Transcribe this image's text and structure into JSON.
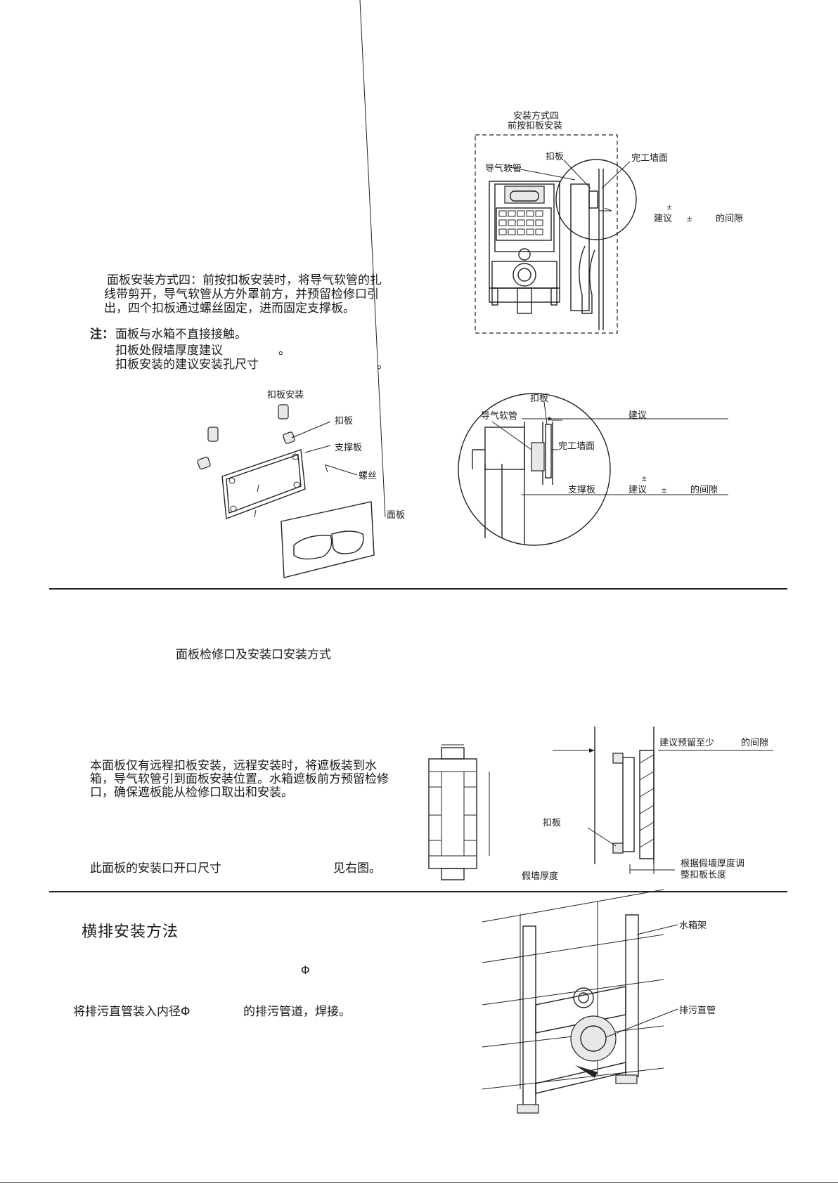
{
  "section1": {
    "paragraph": [
      "面板安装方式四：前按扣板安装时，将导气软管的扎",
      "线带剪开，导气软管从方外罩前方，并预留检修口引",
      "出，四个扣板通过螺丝固定，进而固定支撑板。"
    ],
    "note_prefix": "注：",
    "notes": [
      "面板与水箱不直接接触。",
      "扣板处假墙厚度建议",
      "扣板安装的建议安装孔尺寸"
    ],
    "note_period": "。",
    "diagram_top": {
      "title_1": "安装方式四",
      "title_2": "前按扣板安装",
      "label_kouban": "扣板",
      "label_daoqi": "导气软管",
      "label_wall": "完工墙面",
      "label_pm": "±",
      "label_jianyi": "建议",
      "label_pm2": "±",
      "label_gap": "的间隙"
    },
    "diagram_exploded": {
      "title": "扣板安装",
      "label_kouban": "扣板",
      "label_zhicheng": "支撑板",
      "label_luosi": "螺丝",
      "label_mianban": "面板"
    },
    "diagram_detail": {
      "label_kouban": "扣板",
      "label_daoqi": "导气软管",
      "label_jianyi_top": "建议",
      "label_wall": "完工墙面",
      "label_pm": "±",
      "label_zhicheng": "支撑板",
      "label_jianyi": "建议",
      "label_pm2": "±",
      "label_gap": "的间隙"
    }
  },
  "section2": {
    "heading": "面板检修口及安装口安装方式",
    "paragraph": [
      "本面板仅有远程扣板安装，远程安装时，将遮板装到水",
      "箱，导气软管引到面板安装位置。水箱遮板前方预留检修",
      "口，确保遮板能从检修口取出和安装。"
    ],
    "opening_text": "此面板的安装口开口尺寸",
    "opening_suffix": "见右图。",
    "diagram": {
      "label_reserve": "建议预留至少",
      "label_gap": "的间隙",
      "label_kouban": "扣板",
      "label_wall_thickness": "假墙厚度",
      "label_adjust_1": "根据假墙厚度调",
      "label_adjust_2": "整扣板长度"
    }
  },
  "section3": {
    "heading": "横排安装方法",
    "phi": "Φ",
    "instruction_a": "将排污直管装入内径Φ",
    "instruction_b": "的排污管道，焊接。",
    "diagram": {
      "label_frame": "水箱架",
      "label_pipe": "排污直管"
    }
  }
}
